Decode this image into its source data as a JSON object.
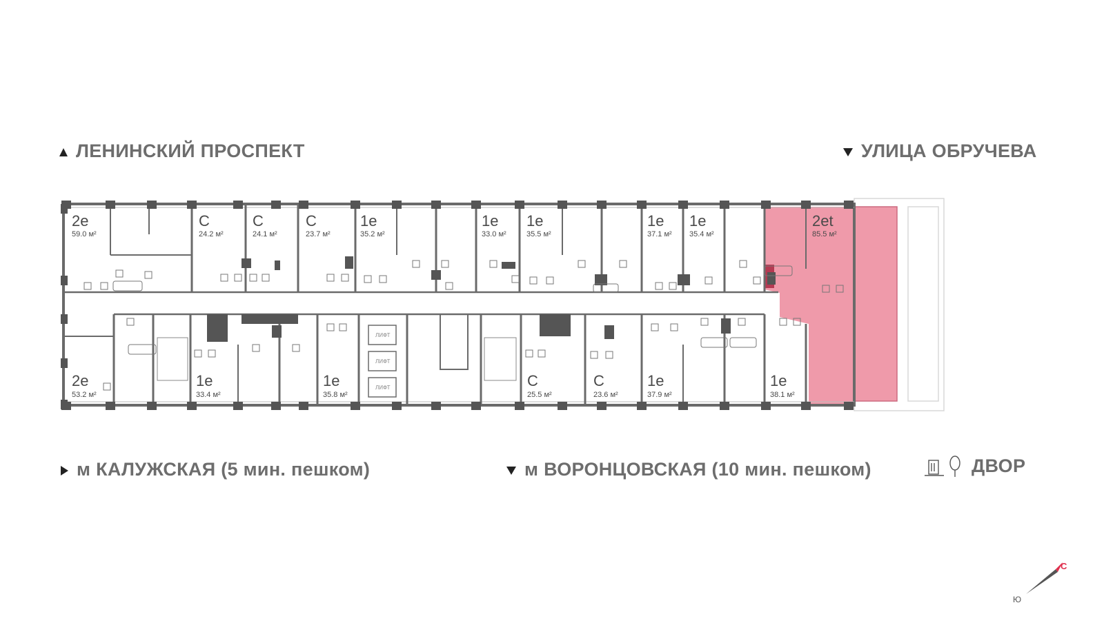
{
  "streets": {
    "top_left": "ЛЕНИНСКИЙ ПРОСПЕКТ",
    "top_right": "УЛИЦА ОБРУЧЕВА",
    "bottom_left": "м КАЛУЖСКАЯ (5 мин. пешком)",
    "bottom_middle": "м ВОРОНЦОВСКАЯ  (10 мин. пешком)",
    "bottom_right": "ДВОР"
  },
  "units": [
    {
      "type": "2e",
      "area": "59.0 м²",
      "highlighted": false
    },
    {
      "type": "С",
      "area": "24.2 м²",
      "highlighted": false
    },
    {
      "type": "С",
      "area": "24.1 м²",
      "highlighted": false
    },
    {
      "type": "С",
      "area": "23.7 м²",
      "highlighted": false
    },
    {
      "type": "1e",
      "area": "35.2 м²",
      "highlighted": false
    },
    {
      "type": "1e",
      "area": "33.0 м²",
      "highlighted": false
    },
    {
      "type": "1e",
      "area": "35.5 м²",
      "highlighted": false
    },
    {
      "type": "1e",
      "area": "37.1 м²",
      "highlighted": false
    },
    {
      "type": "1e",
      "area": "35.4 м²",
      "highlighted": false
    },
    {
      "type": "2et",
      "area": "85.5 м²",
      "highlighted": true
    },
    {
      "type": "2e",
      "area": "53.2 м²",
      "highlighted": false
    },
    {
      "type": "1e",
      "area": "33.4 м²",
      "highlighted": false
    },
    {
      "type": "1e",
      "area": "35.8 м²",
      "highlighted": false
    },
    {
      "type": "С",
      "area": "25.5 м²",
      "highlighted": false
    },
    {
      "type": "С",
      "area": "23.6 м²",
      "highlighted": false
    },
    {
      "type": "1e",
      "area": "37.9 м²",
      "highlighted": false
    },
    {
      "type": "1e",
      "area": "38.1 м²",
      "highlighted": false
    }
  ],
  "lift_label": "ЛИФТ",
  "compass": {
    "north": "С",
    "south": "Ю"
  },
  "colors": {
    "highlight": "#ef9aaa",
    "highlight_dark": "#b53a52",
    "wall": "#555555",
    "compass_accent": "#e0304e"
  }
}
